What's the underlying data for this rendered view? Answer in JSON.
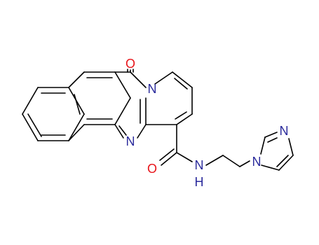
{
  "molecule": {
    "atom_labels": {
      "ketone_oxygen": "O",
      "bridgehead_nitrogen": "N",
      "ring_nitrogen": "N",
      "amide_oxygen": "O",
      "amide_nh": "N",
      "amide_h": "H",
      "imidazole_n1": "N",
      "imidazole_n3": "N"
    }
  },
  "colors": {
    "bond": "#000000",
    "nitrogen": "#2b2b9c",
    "oxygen": "#e8141a"
  }
}
